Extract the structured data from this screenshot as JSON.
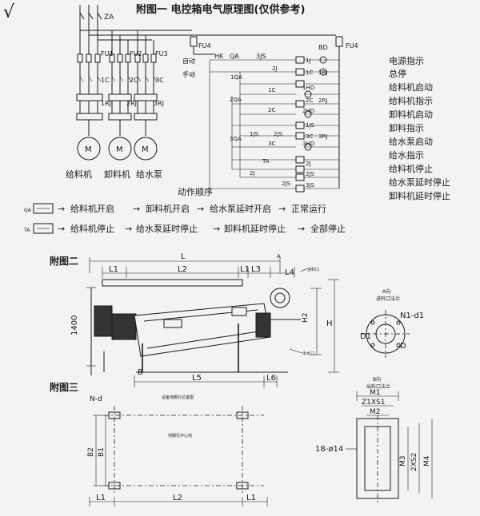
{
  "mark": "√",
  "fig1": {
    "title": "附图一 电控箱电气原理图(仅供参考)",
    "za": "ZA",
    "fu": [
      "FU1",
      "FU2",
      "FU3"
    ],
    "fu4": "FU4",
    "rj": [
      "1RJ",
      "2RJ",
      "3RJ"
    ],
    "c": [
      "1C",
      "2C",
      "3C"
    ],
    "motor": "M",
    "motor_names": [
      "给料机",
      "卸料机",
      "给水泵"
    ],
    "order_label": "动作顺序",
    "ctrl": {
      "auto": "自动",
      "manual": "手动",
      "hk": "HK",
      "qa": "QA",
      "bd": "BD",
      "js3": "3JS",
      "j1": "1J",
      "j2": "2J",
      "c1": "1C",
      "rj1": "1RJ",
      "hd1": "1HD",
      "qa1": "1QA",
      "qa2": "2QA",
      "c2": "2C",
      "rj2": "2RJ",
      "hd2": "2HD",
      "qa3": "3QA",
      "js1": "1JS",
      "js2": "2JS",
      "c3": "3C",
      "rj3": "3RJ",
      "hd3": "3HD",
      "ta": "TA"
    },
    "legend": [
      "电源指示",
      "总停",
      "给料机启动",
      "给料机指示",
      "卸料机启动",
      "卸料指示",
      "给水泵启动",
      "给水指示",
      "给料机停止",
      "给水泵延时停止",
      "卸料机延时停止"
    ],
    "seq1": {
      "key": "QA",
      "steps": [
        "给料机开启",
        "卸料机开启",
        "给水泵延时开启",
        "正常运行"
      ]
    },
    "seq2": {
      "key": "TA",
      "steps": [
        "给料机停止",
        "给水泵延时停止",
        "卸料机延时停止",
        "全部停止"
      ]
    }
  },
  "fig2": {
    "title": "附图二",
    "dims": {
      "L": "L",
      "L1": "L1",
      "L2": "L2",
      "L3": "L3",
      "L4": "L4",
      "A": "A",
      "H": "H",
      "H2": "H2",
      "h1400": "1400",
      "B": "B",
      "L5": "L5",
      "L6": "L6"
    },
    "inlet_label": "进料口",
    "outlet_label": "出水口",
    "a_view": "A向",
    "a_view_sub": "进料口法兰",
    "n1d1": "N1-d1",
    "d1": "D1",
    "d": "D"
  },
  "fig3": {
    "title": "附图三",
    "nd": "N-d",
    "top_note": "设备地脚孔位置图",
    "center_note": "地脚孔中心线",
    "b1": "B1",
    "b2": "B2",
    "l1": "L1",
    "l2": "L2",
    "b_view": "B向",
    "b_view_sub": "出料口法兰",
    "m1": "M1",
    "z1xs1": "Z1XS1",
    "m2": "M2",
    "m3": "M3",
    "m4": "M4",
    "z2xs2": "2XS2",
    "holes": "18-ø14"
  }
}
